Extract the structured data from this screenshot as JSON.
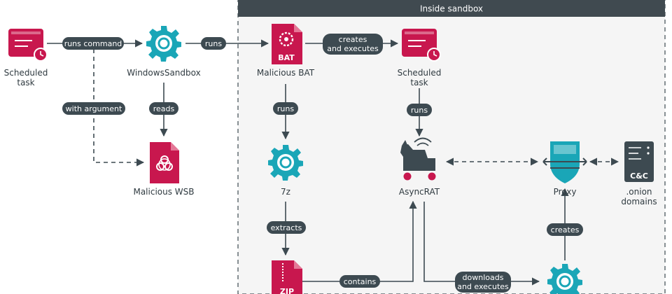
{
  "sandbox": {
    "title": "Inside sandbox"
  },
  "nodes": {
    "scheduled_task_1": {
      "line1": "Scheduled",
      "line2": "task"
    },
    "windows_sandbox": {
      "label": "WindowsSandbox"
    },
    "malicious_wsb": {
      "label": "Malicious WSB"
    },
    "malicious_bat": {
      "label": "Malicious BAT",
      "badge": "BAT"
    },
    "scheduled_task_2": {
      "line1": "Scheduled",
      "line2": "task"
    },
    "sevenzip": {
      "label": "7z"
    },
    "asyncrat": {
      "label": "AsyncRAT"
    },
    "proxy": {
      "label": "Proxy"
    },
    "cnc": {
      "badge": "C&C",
      "line1": ".onion",
      "line2": "domains"
    },
    "zip": {
      "badge": "ZIP"
    }
  },
  "edges": {
    "runs_command": "runs command",
    "with_argument": "with argument",
    "runs_1": "runs",
    "reads": "reads",
    "creates_executes_1": "creates",
    "creates_executes_2": "and executes",
    "runs_2": "runs",
    "runs_3": "runs",
    "extracts": "extracts",
    "contains": "contains",
    "downloads_1": "downloads",
    "downloads_2": "and executes",
    "creates": "creates"
  },
  "colors": {
    "crimson": "#c8174e",
    "teal": "#1aa6b7",
    "dark": "#3d4a51",
    "sandbox_header": "#404a50",
    "sandbox_bg": "#f5f5f5"
  }
}
